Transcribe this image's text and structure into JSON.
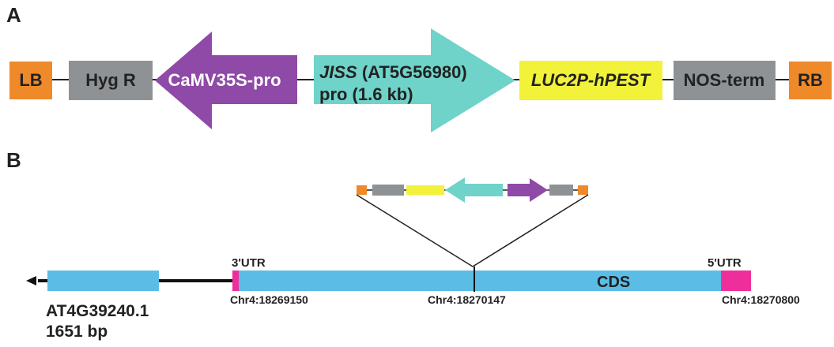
{
  "panels": {
    "a": "A",
    "b": "B"
  },
  "construct": {
    "lb": "LB",
    "hyg": "Hyg R",
    "camv": "CaMV35S-pro",
    "jiss_italic": "JISS",
    "jiss_rest": " (AT5G56980)",
    "jiss_line2": "pro (1.6 kb)",
    "luc": "LUC2P-hPEST",
    "nos": "NOS-term",
    "rb": "RB"
  },
  "locus": {
    "utr3": "3'UTR",
    "utr5": "5'UTR",
    "cds": "CDS",
    "coord_left": "Chr4:18269150",
    "coord_mid": "Chr4:18270147",
    "coord_right": "Chr4:18270800",
    "gene_id": "AT4G39240.1",
    "gene_len": "1651 bp"
  },
  "colors": {
    "orange": "#ee8a2a",
    "gray": "#8f9294",
    "purple": "#8e4aa6",
    "teal": "#6fd3c9",
    "yellow": "#f2f23a",
    "blue": "#5bbde6",
    "magenta": "#ee2f9b"
  }
}
